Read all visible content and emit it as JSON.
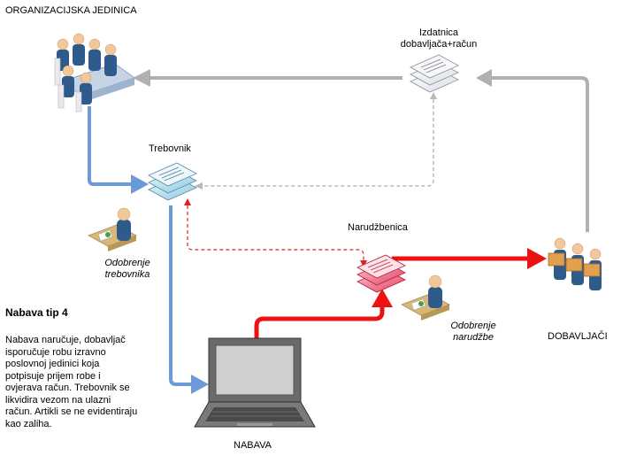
{
  "nodes": {
    "org_unit": "ORGANIZACIJSKA JEDINICA",
    "invoice": "Izdatnica\ndobavljača+račun",
    "requisition": "Trebovnik",
    "requisition_approval": "Odobrenje\ntrebovnika",
    "purchase_order": "Narudžbenica",
    "order_approval": "Odobrenje\nnarudžbe",
    "suppliers": "DOBAVLJAČI",
    "purchasing": "NABAVA"
  },
  "sidebar": {
    "title": "Nabava tip 4",
    "description": "Nabava naručuje,  dobavljač isporučuje robu izravno poslovnoj jedinici koja potpisuje prijem robe i ovjerava račun. Trebovnik se likvidira vezom na ulazni račun. Artikli se ne evidentiraju kao zaliha."
  },
  "colors": {
    "flow_blue": "#6a9bd8",
    "flow_gray": "#b0b0b0",
    "flow_red": "#ee1111",
    "dashed_red": "#e02020",
    "dashed_gray": "#b8b8b8"
  }
}
